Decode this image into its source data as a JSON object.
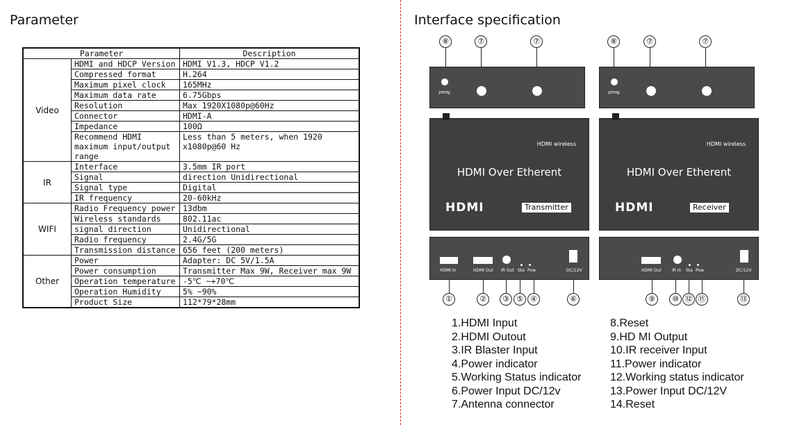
{
  "left_heading": "Parameter",
  "right_heading": "Interface specification",
  "table": {
    "header": {
      "param": "Parameter",
      "desc": "Description"
    },
    "groups": [
      {
        "category": "Video",
        "rows": [
          {
            "param": "HDMI and HDCP Version",
            "desc": "HDMI V1.3, HDCP V1.2"
          },
          {
            "param": "Compressed format",
            "desc": "H.264"
          },
          {
            "param": "Maximum pixel clock",
            "desc": "165MHz"
          },
          {
            "param": "Maximum data rate",
            "desc": "6.75Gbps"
          },
          {
            "param": "Resolution",
            "desc": "Max 1920X1080p@60Hz"
          },
          {
            "param": "Connector",
            "desc": "HDMI-A"
          },
          {
            "param": "Impedance",
            "desc": "100Ω"
          },
          {
            "param": "Recommend HDMI maximum input/output range",
            "desc": "Less than 5 meters, when 1920 x1080p@60 Hz"
          }
        ]
      },
      {
        "category": "IR",
        "rows": [
          {
            "param": "Interface",
            "desc": "3.5mm IR port"
          },
          {
            "param": "Signal",
            "desc": "direction  Unidirectional"
          },
          {
            "param": "Signal type",
            "desc": "Digital"
          },
          {
            "param": "IR frequency",
            "desc": "20-60kHz"
          }
        ]
      },
      {
        "category": "WIFI",
        "rows": [
          {
            "param": "Radio Frequency power",
            "desc": "13dbm"
          },
          {
            "param": "Wireless standards",
            "desc": "802.11ac"
          },
          {
            "param": "signal direction",
            "desc": "Unidirectional"
          },
          {
            "param": "Radio frequency",
            "desc": "2.4G/5G"
          },
          {
            "param": "Transmission distance",
            "desc": "656 feet (200 meters)"
          }
        ]
      },
      {
        "category": "Other",
        "rows": [
          {
            "param": "Power",
            "desc": "Adapter: DC 5V/1.5A"
          },
          {
            "param": "Power consumption",
            "desc": "Transmitter Max 9W, Receiver max 9W"
          },
          {
            "param": "Operation temperature",
            "desc": "-5℃ ~+70℃"
          },
          {
            "param": "Operation Humidity",
            "desc": "5% ~90%"
          },
          {
            "param": "Product Size",
            "desc": "112*79*28mm"
          }
        ]
      }
    ]
  },
  "devices": {
    "main_title": "HDMI Over Etherent",
    "wireless_label": "HDMI wireless",
    "hdmi_logo": "HDMI",
    "reset_label": "Reset",
    "transmitter": {
      "tag": "Transmitter",
      "top_nums": [
        "⑧",
        "⑦",
        "⑦"
      ],
      "ports": [
        "HDMI In",
        "HDMI Out",
        "IR Out",
        "Sta",
        "Pow",
        "DC/12V"
      ],
      "bottom_nums": [
        "①",
        "②",
        "③",
        "⑤",
        "④",
        "⑥"
      ]
    },
    "receiver": {
      "tag": "Receiver",
      "top_nums": [
        "⑧",
        "⑦",
        "⑦"
      ],
      "ports": [
        "HDMI Out",
        "IR In",
        "Sta",
        "Pow",
        "DC/12V"
      ],
      "bottom_nums": [
        "⑨",
        "⑩",
        "⑫",
        "⑪",
        "⑬"
      ]
    }
  },
  "legend_left": [
    "1.HDMI Input",
    "2.HDMI Outout",
    "3.IR Blaster Input",
    "4.Power indicator",
    "5.Working Status indicator",
    "6.Power Input DC/12v",
    "7.Antenna connector"
  ],
  "legend_right": [
    "8.Reset",
    "9.HD MI Output",
    "10.IR receiver Input",
    "11.Power indicator",
    "12.Working status indicator",
    "13.Power Input DC/12V",
    "14.Reset"
  ]
}
